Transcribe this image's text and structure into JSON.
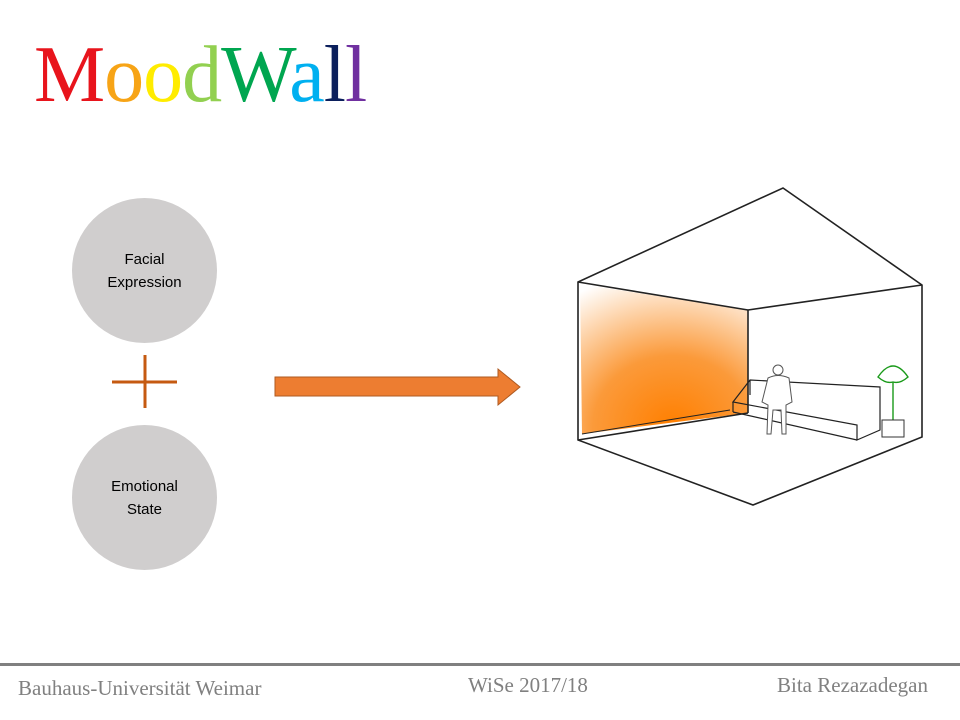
{
  "title": {
    "letters": [
      {
        "char": "M",
        "color": "#e8141c"
      },
      {
        "char": "o",
        "color": "#f7a416"
      },
      {
        "char": "o",
        "color": "#ffec00"
      },
      {
        "char": "d",
        "color": "#92d050"
      },
      {
        "char": "W",
        "color": "#00a650"
      },
      {
        "char": "a",
        "color": "#00b0f0"
      },
      {
        "char": "l",
        "color": "#0b1f5c"
      },
      {
        "char": "l",
        "color": "#7030a0"
      }
    ]
  },
  "inputs": {
    "first": {
      "line1": "Facial",
      "line2": "Expression"
    },
    "second": {
      "line1": "Emotional",
      "line2": "State"
    }
  },
  "colors": {
    "accent": "#ed7d31",
    "plus": "#c55a11",
    "circle": "#d0cece"
  },
  "footer": {
    "institution": "Bauhaus-Universität Weimar",
    "semester": "WiSe 2017/18",
    "author": "Bita Rezazadegan"
  }
}
